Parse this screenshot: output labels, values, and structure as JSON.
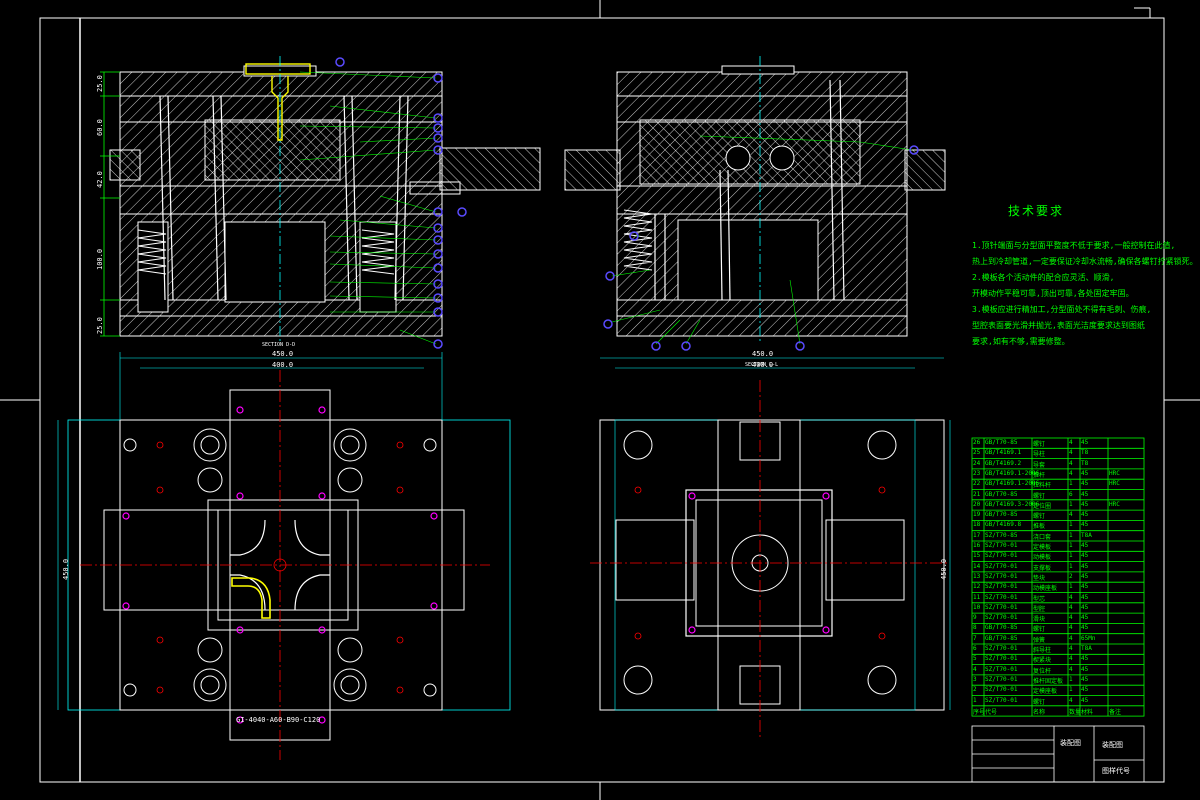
{
  "colors": {
    "background": "#000000",
    "outline": "#ffffff",
    "hatch": "#ffffff",
    "accent_yellow": "#ffff00",
    "accent_green": "#00ff00",
    "accent_cyan": "#00ffff",
    "accent_red": "#ff0000",
    "accent_magenta": "#ff00ff",
    "balloon_blue": "#5a4bff"
  },
  "sections": {
    "left_section_label": "SECTION D-D",
    "right_section_label": "SECTION L-L"
  },
  "dimensions": {
    "left_overall_width": "450.0",
    "left_inner_width": "400.0",
    "right_overall_width": "450.0",
    "right_inner_width": "400.0",
    "left_height": "450.0",
    "right_height": "450.0",
    "left_side_dims": [
      "25.0",
      "60.0",
      "42.0",
      "100.0",
      "25.0"
    ],
    "bottom_view_label": "GI-4040-A60-B90-C120"
  },
  "tech_requirements": {
    "title": "技术要求",
    "lines": [
      "1.顶针端面与分型面平整度不低于要求,一般控制在此值,",
      "热上到冷却管道,一定要保证冷却水流畅,确保各螺钉拧紧锁死。",
      "2.模板各个活动件的配合应灵活、顺滑,",
      "开模动作平稳可靠,顶出可靠,各处固定牢固。",
      "3.模板应进行精加工,分型面处不得有毛刺、伤痕,",
      "型腔表面要光滑并抛光,表面光洁度要求达到图纸",
      "要求,如有不够,需要修整。"
    ]
  },
  "title_block": {
    "drawing_name": "装配图",
    "drawing_type": "装配图",
    "drawing_code": "图样代号",
    "header_cols": [
      "序号",
      "代号",
      "名称",
      "数量",
      "材料",
      "备注"
    ]
  },
  "parts_list": [
    [
      "26",
      "GB/T70-85",
      "螺钉",
      "4",
      "45",
      ""
    ],
    [
      "25",
      "GB/T4169.1",
      "导柱",
      "4",
      "T8",
      ""
    ],
    [
      "24",
      "GB/T4169.2",
      "导套",
      "4",
      "T8",
      ""
    ],
    [
      "23",
      "GB/T4169.1-2006",
      "推杆",
      "4",
      "45",
      "HRC"
    ],
    [
      "22",
      "GB/T4169.1-2006",
      "拉料杆",
      "1",
      "45",
      "HRC"
    ],
    [
      "21",
      "GB/T70-85",
      "螺钉",
      "6",
      "45",
      ""
    ],
    [
      "20",
      "GB/T4169.3-2006",
      "定位圈",
      "1",
      "45",
      "HRC"
    ],
    [
      "19",
      "GB/T70-85",
      "螺钉",
      "4",
      "45",
      ""
    ],
    [
      "18",
      "GB/T4169.8",
      "推板",
      "1",
      "45",
      ""
    ],
    [
      "17",
      "SZ/T70-85",
      "浇口套",
      "1",
      "T8A",
      ""
    ],
    [
      "16",
      "SZ/T70-01",
      "定模板",
      "1",
      "45",
      ""
    ],
    [
      "15",
      "SZ/T70-01",
      "动模板",
      "1",
      "45",
      ""
    ],
    [
      "14",
      "SZ/T70-01",
      "支撑板",
      "1",
      "45",
      ""
    ],
    [
      "13",
      "SZ/T70-01",
      "垫块",
      "2",
      "45",
      ""
    ],
    [
      "12",
      "SZ/T70-01",
      "动模座板",
      "1",
      "45",
      ""
    ],
    [
      "11",
      "SZ/T70-01",
      "型芯",
      "4",
      "45",
      ""
    ],
    [
      "10",
      "SZ/T70-01",
      "型腔",
      "4",
      "45",
      ""
    ],
    [
      "9",
      "SZ/T70-01",
      "滑块",
      "4",
      "45",
      ""
    ],
    [
      "8",
      "GB/T70-85",
      "螺钉",
      "4",
      "45",
      ""
    ],
    [
      "7",
      "GB/T70-85",
      "弹簧",
      "4",
      "65Mn",
      ""
    ],
    [
      "6",
      "SZ/T70-01",
      "斜导柱",
      "4",
      "T8A",
      ""
    ],
    [
      "5",
      "SZ/T70-01",
      "楔紧块",
      "4",
      "45",
      ""
    ],
    [
      "4",
      "SZ/T70-01",
      "复位杆",
      "4",
      "45",
      ""
    ],
    [
      "3",
      "SZ/T70-01",
      "推杆固定板",
      "1",
      "45",
      ""
    ],
    [
      "2",
      "SZ/T70-01",
      "定模座板",
      "1",
      "45",
      ""
    ],
    [
      "1",
      "SZ/T70-01",
      "螺钉",
      "4",
      "45",
      ""
    ]
  ]
}
